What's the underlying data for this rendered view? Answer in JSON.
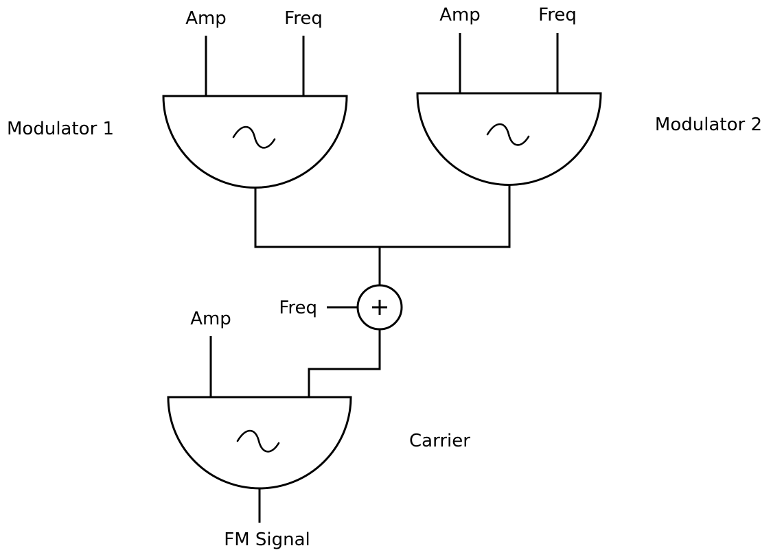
{
  "modulator1": {
    "name": "Modulator 1",
    "amp_input": "Amp",
    "freq_input": "Freq"
  },
  "modulator2": {
    "name": "Modulator 2",
    "amp_input": "Amp",
    "freq_input": "Freq"
  },
  "adder": {
    "symbol": "+",
    "freq_input": "Freq"
  },
  "carrier": {
    "name": "Carrier",
    "amp_input": "Amp",
    "output": "FM Signal"
  },
  "icons": {
    "oscillator": "sine-wave-icon"
  }
}
